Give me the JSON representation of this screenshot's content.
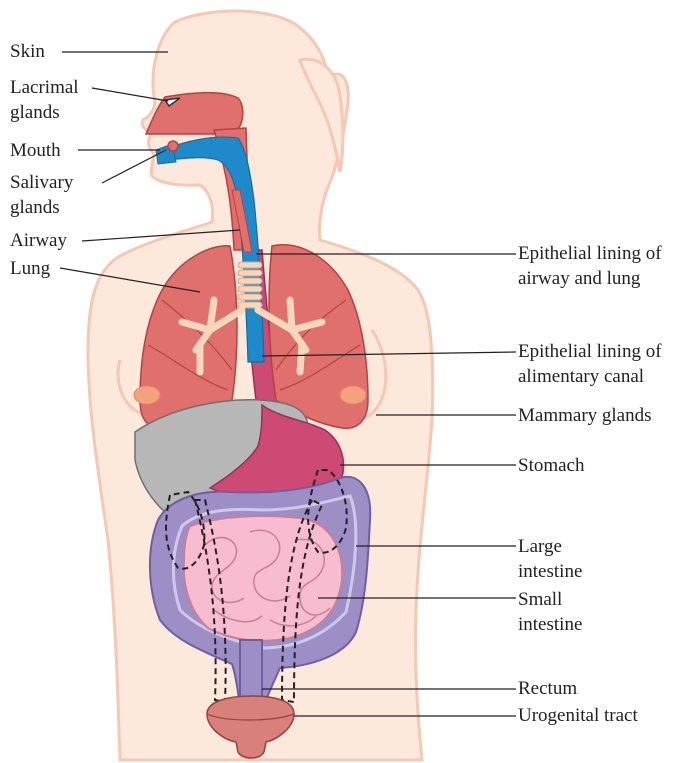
{
  "labels": {
    "skin": "Skin",
    "lacrimal": "Lacrimal\nglands",
    "mouth": "Mouth",
    "salivary": "Salivary\nglands",
    "airway": "Airway",
    "lung": "Lung",
    "epi_airway": "Epithelial lining of\nairway and lung",
    "epi_alimentary": "Epithelial lining of\nalimentary canal",
    "mammary": "Mammary glands",
    "stomach": "Stomach",
    "large_intestine": "Large\nintestine",
    "small_intestine": "Small\nintestine",
    "rectum": "Rectum",
    "urogenital": "Urogenital tract"
  },
  "colors": {
    "skin_fill": "#fde8dc",
    "skin_outline": "#f6c8b4",
    "organ_pink": "#e0706e",
    "organ_outline": "#b8413f",
    "airway_blue": "#1f8ac9",
    "liver_gray": "#b7b7b7",
    "stomach_magenta": "#cc4a74",
    "large_intestine_purple": "#9d8fc6",
    "small_intestine_pink": "#f7bcd0",
    "bronchi_tan": "#f6d6bc"
  }
}
